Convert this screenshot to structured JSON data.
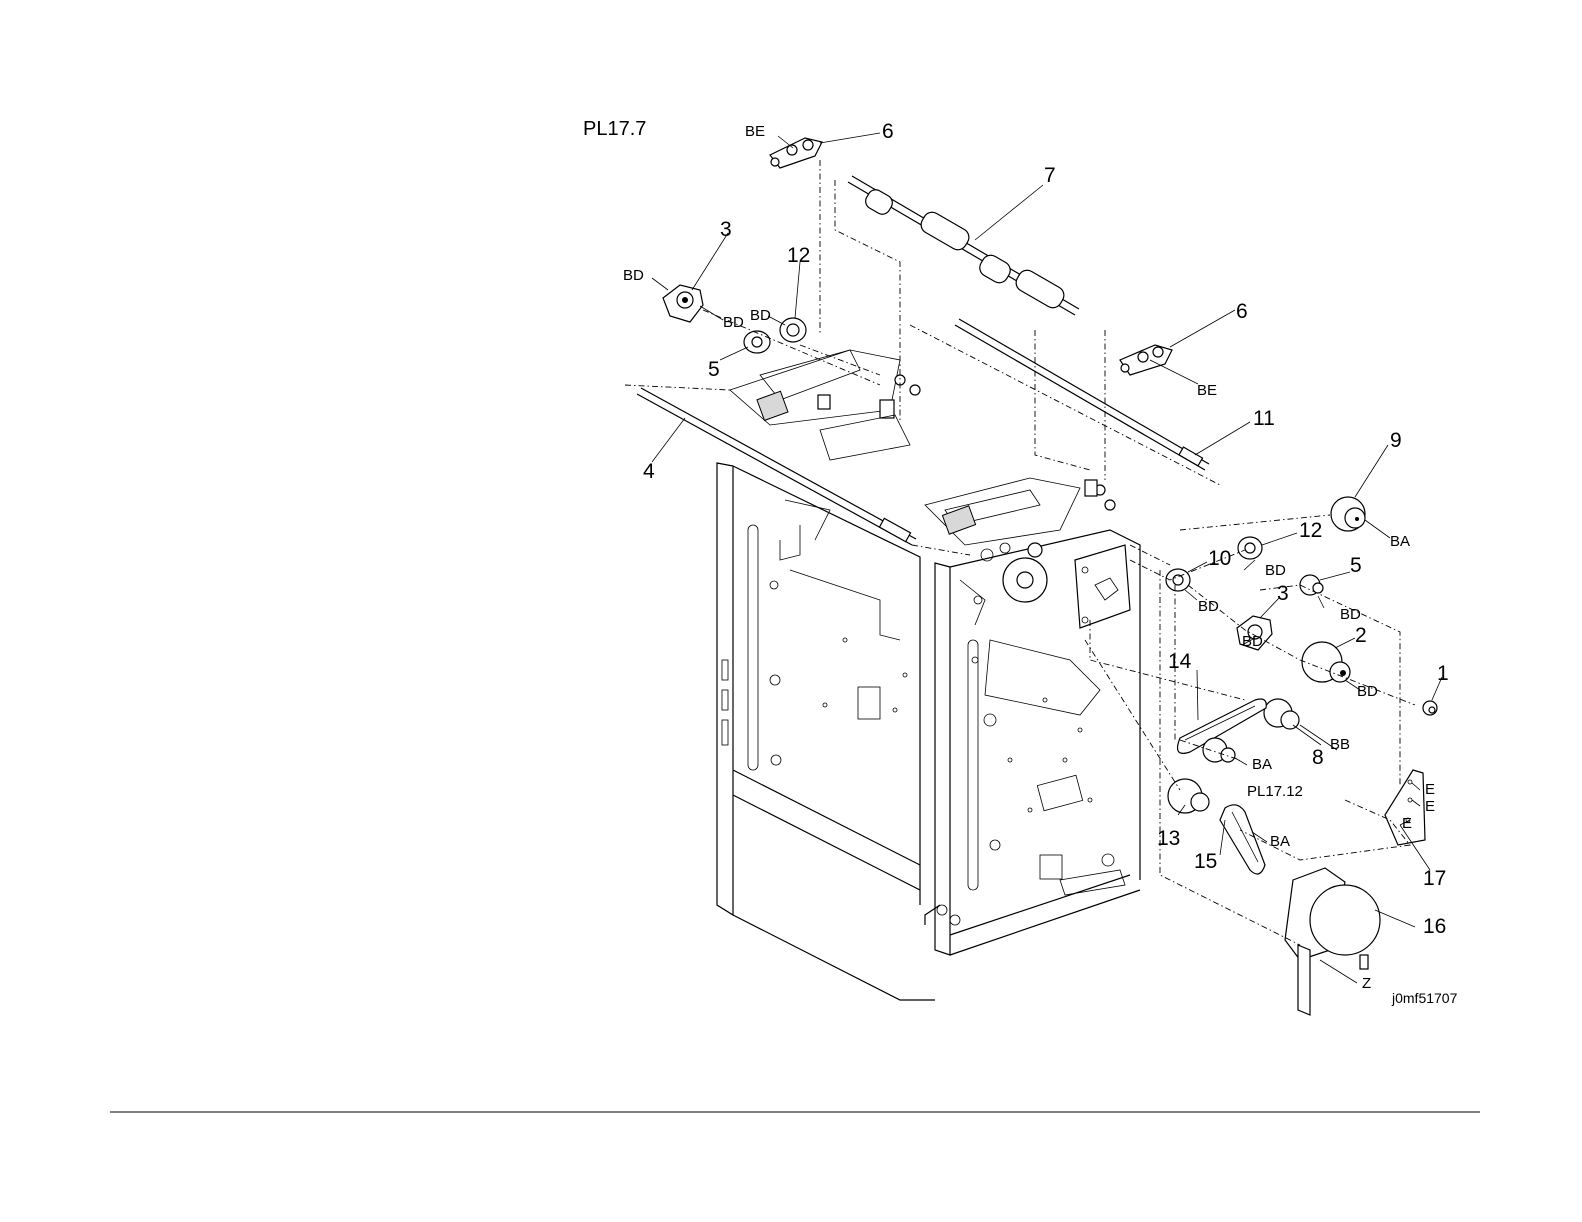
{
  "title": "PL17.7",
  "figure_id": "j0mf51707",
  "callouts": [
    {
      "id": "c6a",
      "label": "6"
    },
    {
      "id": "c7",
      "label": "7"
    },
    {
      "id": "c3a",
      "label": "3"
    },
    {
      "id": "c12a",
      "label": "12"
    },
    {
      "id": "c5a",
      "label": "5"
    },
    {
      "id": "c4",
      "label": "4"
    },
    {
      "id": "c6b",
      "label": "6"
    },
    {
      "id": "c11",
      "label": "11"
    },
    {
      "id": "c9",
      "label": "9"
    },
    {
      "id": "c12b",
      "label": "12"
    },
    {
      "id": "c5b",
      "label": "5"
    },
    {
      "id": "c10",
      "label": "10"
    },
    {
      "id": "c3b",
      "label": "3"
    },
    {
      "id": "c2",
      "label": "2"
    },
    {
      "id": "c1",
      "label": "1"
    },
    {
      "id": "c14",
      "label": "14"
    },
    {
      "id": "c8",
      "label": "8"
    },
    {
      "id": "c13",
      "label": "13"
    },
    {
      "id": "c15",
      "label": "15"
    },
    {
      "id": "c17",
      "label": "17"
    },
    {
      "id": "c16",
      "label": "16"
    }
  ],
  "fastener_codes": [
    {
      "id": "f1",
      "label": "BE"
    },
    {
      "id": "f2",
      "label": "BD"
    },
    {
      "id": "f3",
      "label": "BD"
    },
    {
      "id": "f4",
      "label": "BD"
    },
    {
      "id": "f5",
      "label": "BE"
    },
    {
      "id": "f6",
      "label": "BA"
    },
    {
      "id": "f7",
      "label": "BD"
    },
    {
      "id": "f8",
      "label": "BD"
    },
    {
      "id": "f9",
      "label": "BD"
    },
    {
      "id": "f10",
      "label": "BD"
    },
    {
      "id": "f11",
      "label": "BD"
    },
    {
      "id": "f12",
      "label": "BB"
    },
    {
      "id": "f13",
      "label": "BA"
    },
    {
      "id": "f14",
      "label": "E"
    },
    {
      "id": "f15",
      "label": "E"
    },
    {
      "id": "f16",
      "label": "E"
    },
    {
      "id": "f17",
      "label": "BA"
    },
    {
      "id": "f18",
      "label": "Z"
    }
  ],
  "cross_reference": "PL17.12"
}
